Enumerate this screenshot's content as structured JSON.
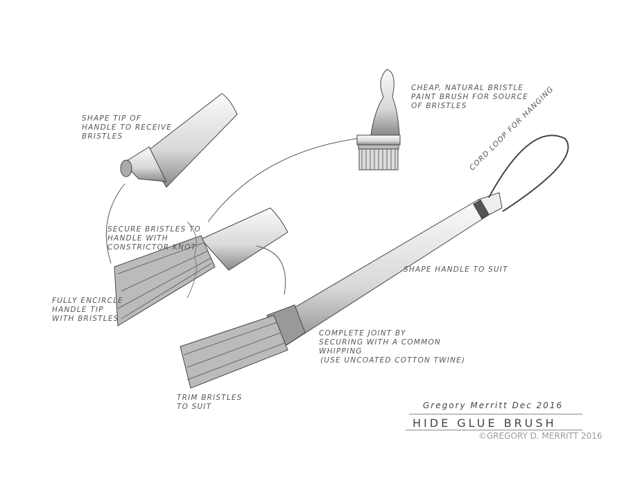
{
  "labels": {
    "paint_brush": "Cheap, natural bristle paint brush for source of bristles",
    "shape_tip": "Shape tip of handle to receive bristles",
    "secure_bristles": "Secure bristles to handle with constrictor knot",
    "encircle": "Fully encircle handle tip with bristles",
    "shape_handle": "Shape handle to suit",
    "complete_joint": "Complete joint by securing with a common whipping",
    "twine_note": "(use uncoated cotton twine)",
    "trim": "Trim bristles to suit",
    "cord_loop": "Cord loop for hanging"
  },
  "title_block": {
    "signature": "Gregory Merritt   Dec 2016",
    "title": "HIDE GLUE BRUSH",
    "copyright": "©GREGORY D. MERRITT 2016"
  }
}
